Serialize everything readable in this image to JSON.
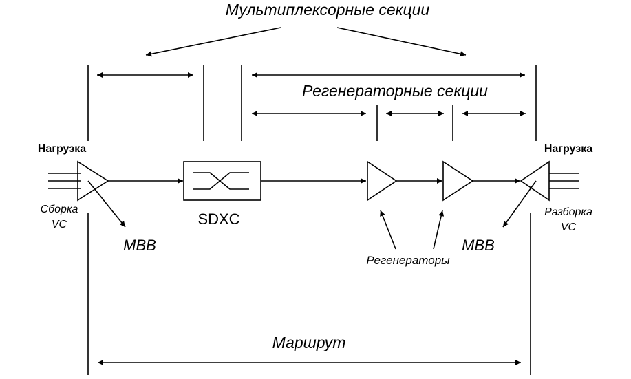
{
  "labels": {
    "multiplex_sections": "Мультиплексорные секции",
    "regenerator_sections": "Регенераторные секции",
    "load_left": "Нагрузка",
    "load_right": "Нагрузка",
    "assembly_line1": "Сборка",
    "assembly_line2": "VC",
    "disassembly_line1": "Разборка",
    "disassembly_line2": "VC",
    "mvv_left": "МВВ",
    "mvv_right": "МВВ",
    "sdxc": "SDXC",
    "regenerators": "Регенераторы",
    "route": "Маршрут"
  },
  "colors": {
    "stroke": "#000000",
    "background": "#ffffff"
  }
}
